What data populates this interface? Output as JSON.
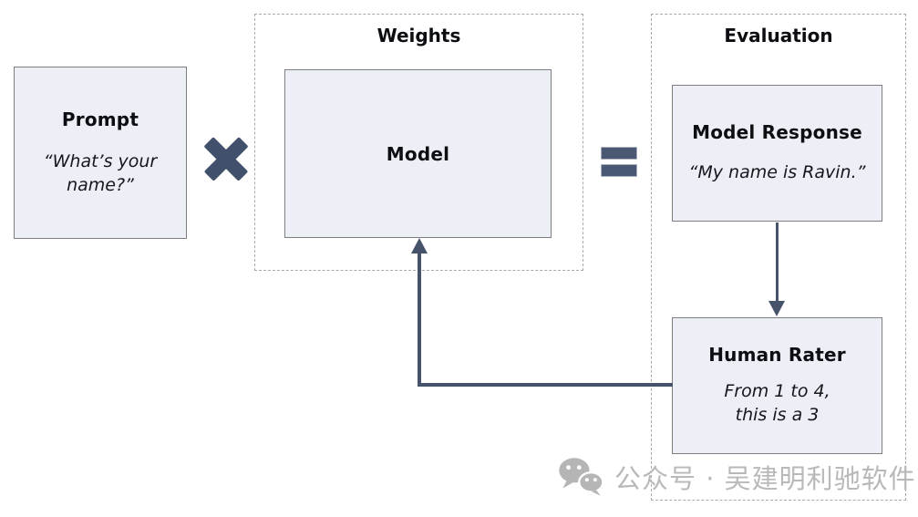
{
  "diagram": {
    "prompt_box": {
      "title": "Prompt",
      "quote_lines": [
        "“What’s your",
        "name?”"
      ]
    },
    "weights_group": {
      "title": "Weights",
      "model_box": {
        "title": "Model"
      }
    },
    "evaluation_group": {
      "title": "Evaluation",
      "model_response_box": {
        "title": "Model Response",
        "quote": "“My name is Ravin.”"
      },
      "human_rater_box": {
        "title": "Human Rater",
        "quote_lines": [
          "From 1 to 4,",
          "this is a 3"
        ]
      }
    },
    "operators": {
      "multiply": "multiply-x",
      "equals": "equals"
    },
    "colors": {
      "accent": "#46536b",
      "operator": "#41506b",
      "box_fill": "#edeff6",
      "box_border": "#7e7e7e",
      "dashed_border": "#a9a9a9",
      "watermark": "#b9b9b9"
    }
  },
  "watermark": {
    "text": "公众号 · 吴建明利驰软件"
  }
}
